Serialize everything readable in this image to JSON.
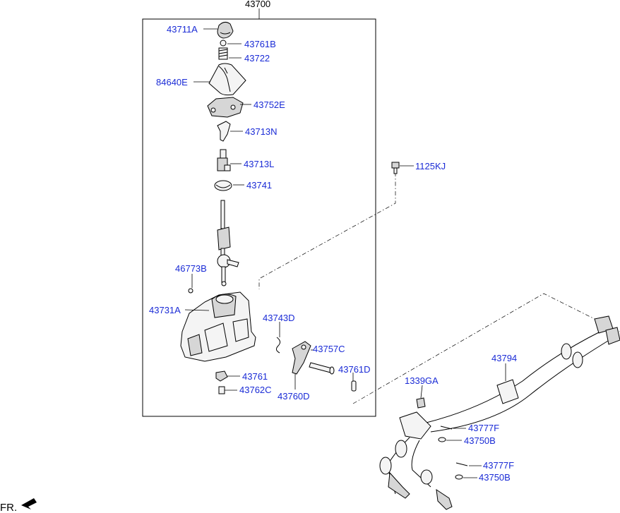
{
  "diagram": {
    "assembly_number": "43700",
    "direction_marker": "FR.",
    "parts": [
      {
        "id": "43711A",
        "label": "43711A"
      },
      {
        "id": "43761B",
        "label": "43761B"
      },
      {
        "id": "43722",
        "label": "43722"
      },
      {
        "id": "84640E",
        "label": "84640E"
      },
      {
        "id": "43752E",
        "label": "43752E"
      },
      {
        "id": "43713N",
        "label": "43713N"
      },
      {
        "id": "43713L",
        "label": "43713L"
      },
      {
        "id": "43741",
        "label": "43741"
      },
      {
        "id": "46773B",
        "label": "46773B"
      },
      {
        "id": "43731A",
        "label": "43731A"
      },
      {
        "id": "43743D",
        "label": "43743D"
      },
      {
        "id": "43757C",
        "label": "43757C"
      },
      {
        "id": "43761D",
        "label": "43761D"
      },
      {
        "id": "43761",
        "label": "43761"
      },
      {
        "id": "43762C",
        "label": "43762C"
      },
      {
        "id": "43760D",
        "label": "43760D"
      },
      {
        "id": "1125KJ",
        "label": "1125KJ"
      },
      {
        "id": "43794",
        "label": "43794"
      },
      {
        "id": "1339GA",
        "label": "1339GA"
      },
      {
        "id": "43777F-1",
        "label": "43777F"
      },
      {
        "id": "43750B-1",
        "label": "43750B"
      },
      {
        "id": "43777F-2",
        "label": "43777F"
      },
      {
        "id": "43750B-2",
        "label": "43750B"
      }
    ],
    "colors": {
      "label": "#1a2bd6",
      "line": "#000000",
      "background": "#ffffff"
    }
  }
}
